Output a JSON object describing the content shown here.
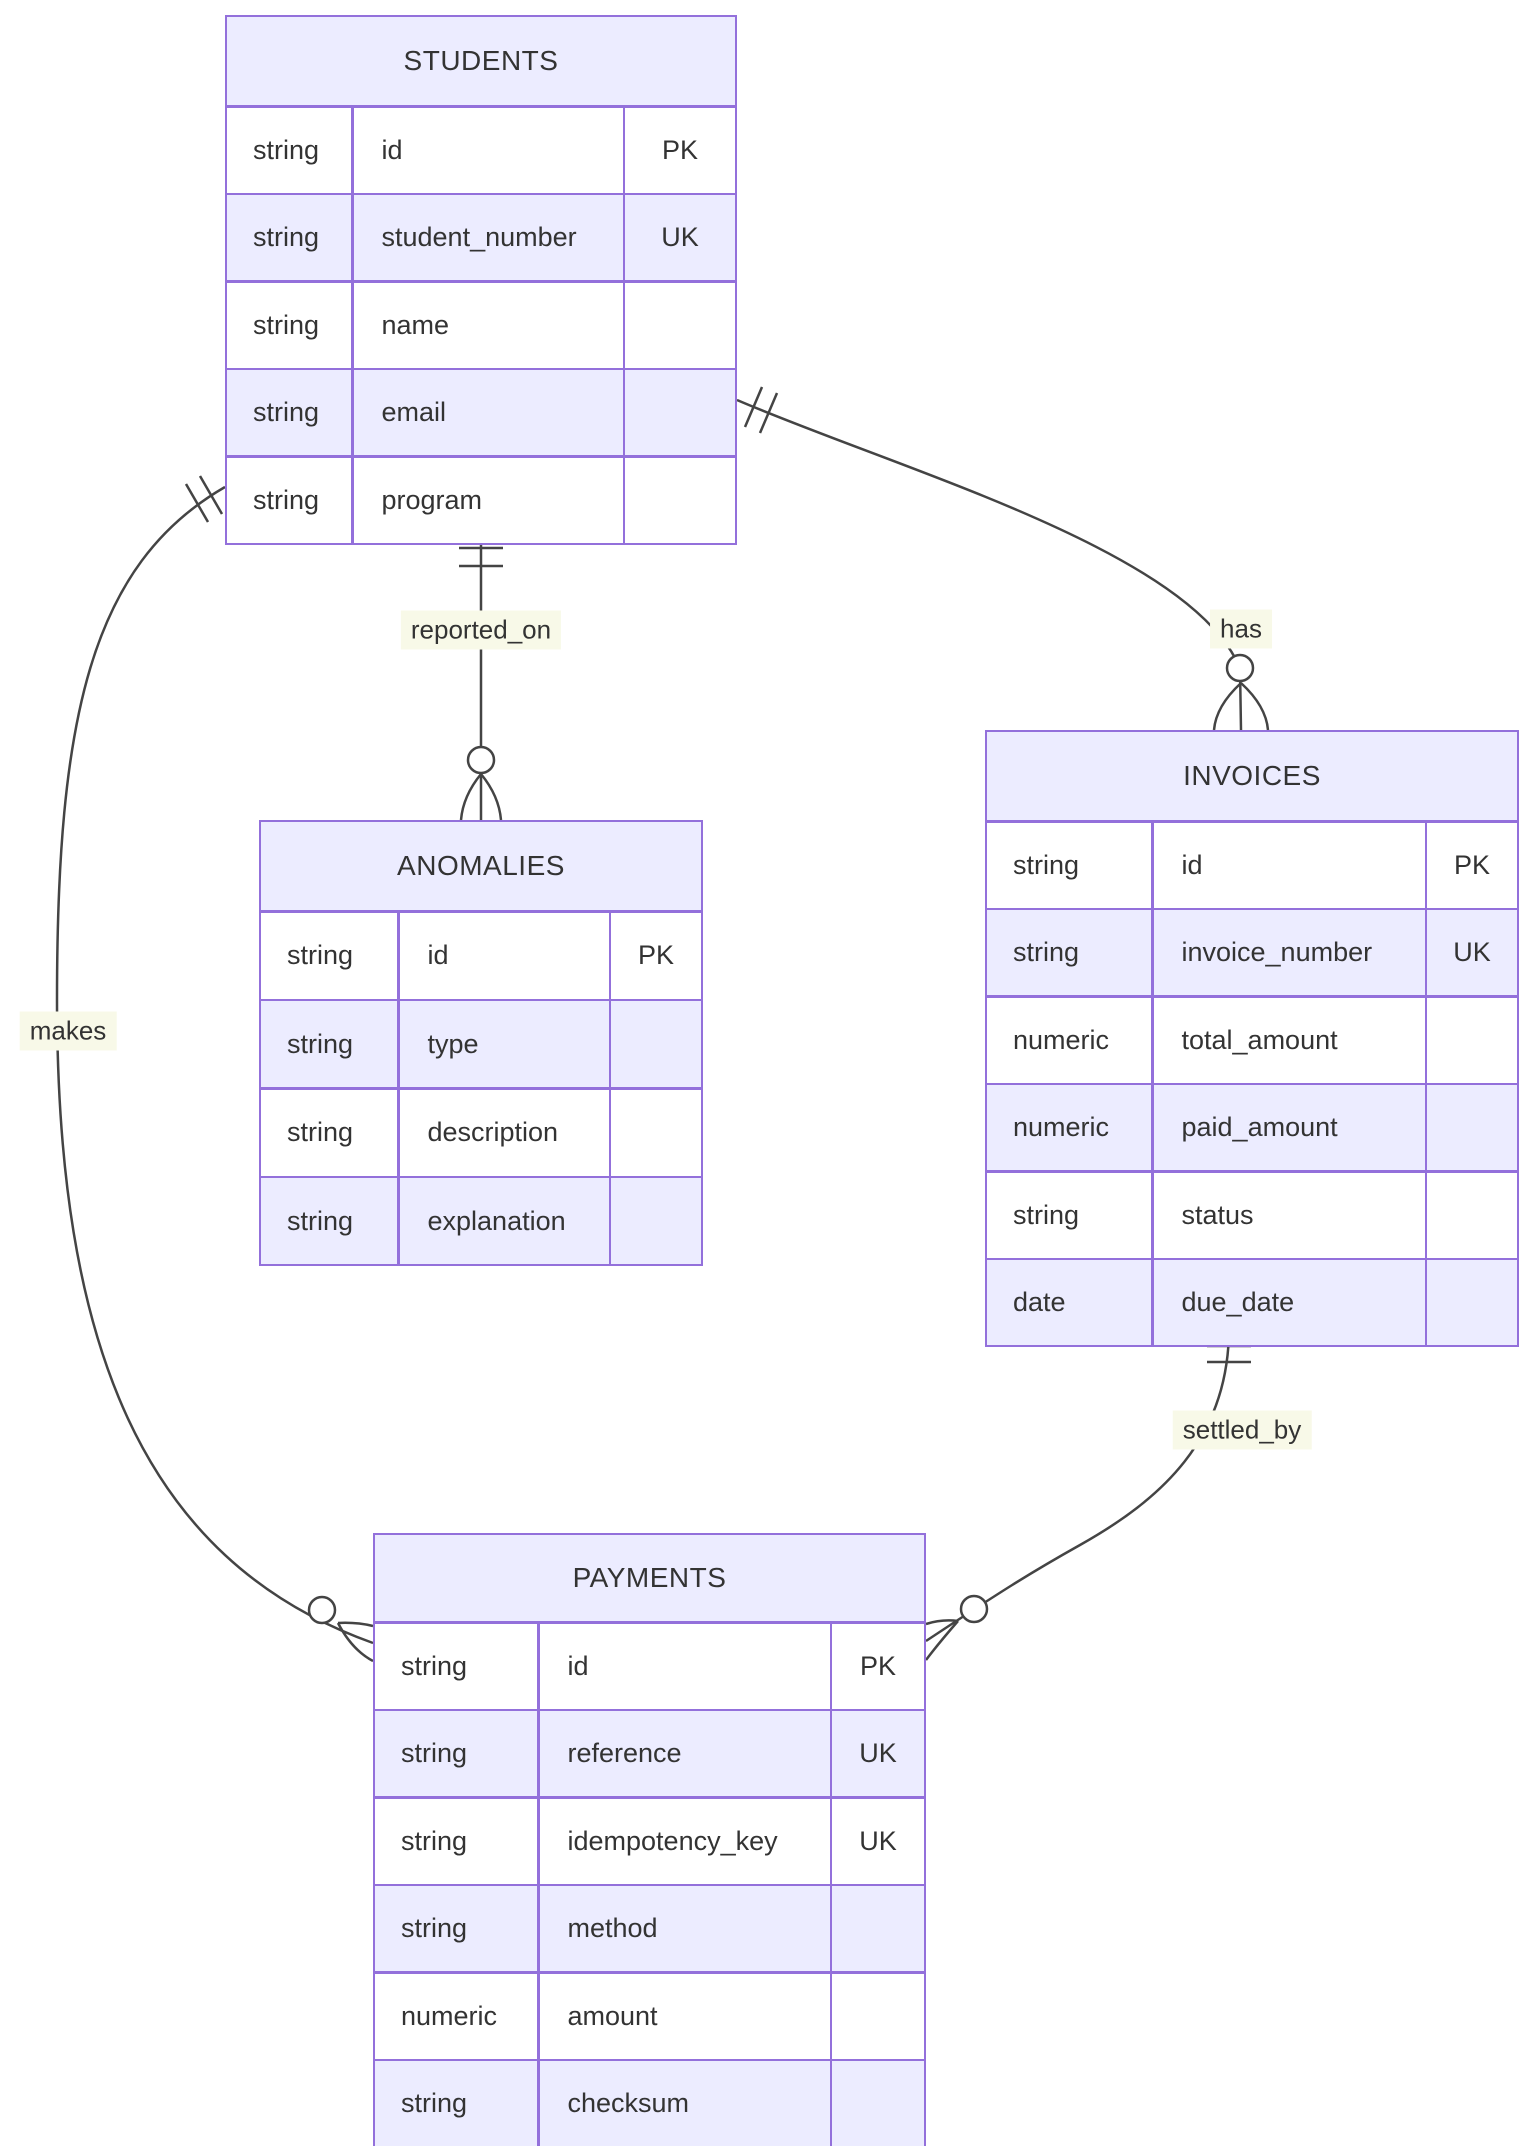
{
  "diagram": {
    "kind": "entity-relationship-diagram",
    "entities": [
      {
        "name": "STUDENTS",
        "attributes": [
          {
            "type": "string",
            "name": "id",
            "key": "PK"
          },
          {
            "type": "string",
            "name": "student_number",
            "key": "UK"
          },
          {
            "type": "string",
            "name": "name",
            "key": ""
          },
          {
            "type": "string",
            "name": "email",
            "key": ""
          },
          {
            "type": "string",
            "name": "program",
            "key": ""
          }
        ]
      },
      {
        "name": "ANOMALIES",
        "attributes": [
          {
            "type": "string",
            "name": "id",
            "key": "PK"
          },
          {
            "type": "string",
            "name": "type",
            "key": ""
          },
          {
            "type": "string",
            "name": "description",
            "key": ""
          },
          {
            "type": "string",
            "name": "explanation",
            "key": ""
          }
        ]
      },
      {
        "name": "INVOICES",
        "attributes": [
          {
            "type": "string",
            "name": "id",
            "key": "PK"
          },
          {
            "type": "string",
            "name": "invoice_number",
            "key": "UK"
          },
          {
            "type": "numeric",
            "name": "total_amount",
            "key": ""
          },
          {
            "type": "numeric",
            "name": "paid_amount",
            "key": ""
          },
          {
            "type": "string",
            "name": "status",
            "key": ""
          },
          {
            "type": "date",
            "name": "due_date",
            "key": ""
          }
        ]
      },
      {
        "name": "PAYMENTS",
        "attributes": [
          {
            "type": "string",
            "name": "id",
            "key": "PK"
          },
          {
            "type": "string",
            "name": "reference",
            "key": "UK"
          },
          {
            "type": "string",
            "name": "idempotency_key",
            "key": "UK"
          },
          {
            "type": "string",
            "name": "method",
            "key": ""
          },
          {
            "type": "numeric",
            "name": "amount",
            "key": ""
          },
          {
            "type": "string",
            "name": "checksum",
            "key": ""
          }
        ]
      }
    ],
    "relationships": [
      {
        "from": "STUDENTS",
        "to": "ANOMALIES",
        "label": "reported_on",
        "from_cardinality": "one and only one",
        "to_cardinality": "zero or more"
      },
      {
        "from": "STUDENTS",
        "to": "INVOICES",
        "label": "has",
        "from_cardinality": "one and only one",
        "to_cardinality": "zero or more"
      },
      {
        "from": "STUDENTS",
        "to": "PAYMENTS",
        "label": "makes",
        "from_cardinality": "one and only one",
        "to_cardinality": "zero or more"
      },
      {
        "from": "INVOICES",
        "to": "PAYMENTS",
        "label": "settled_by",
        "from_cardinality": "one and only one",
        "to_cardinality": "zero or more"
      }
    ],
    "colors": {
      "entity_border": "#9370DB",
      "entity_header_fill": "#ECECFF",
      "row_even_fill": "#ECECFF",
      "row_odd_fill": "#ffffff",
      "relationship_line": "#444444",
      "label_background": "#f8f9e8",
      "text": "#333333"
    }
  }
}
